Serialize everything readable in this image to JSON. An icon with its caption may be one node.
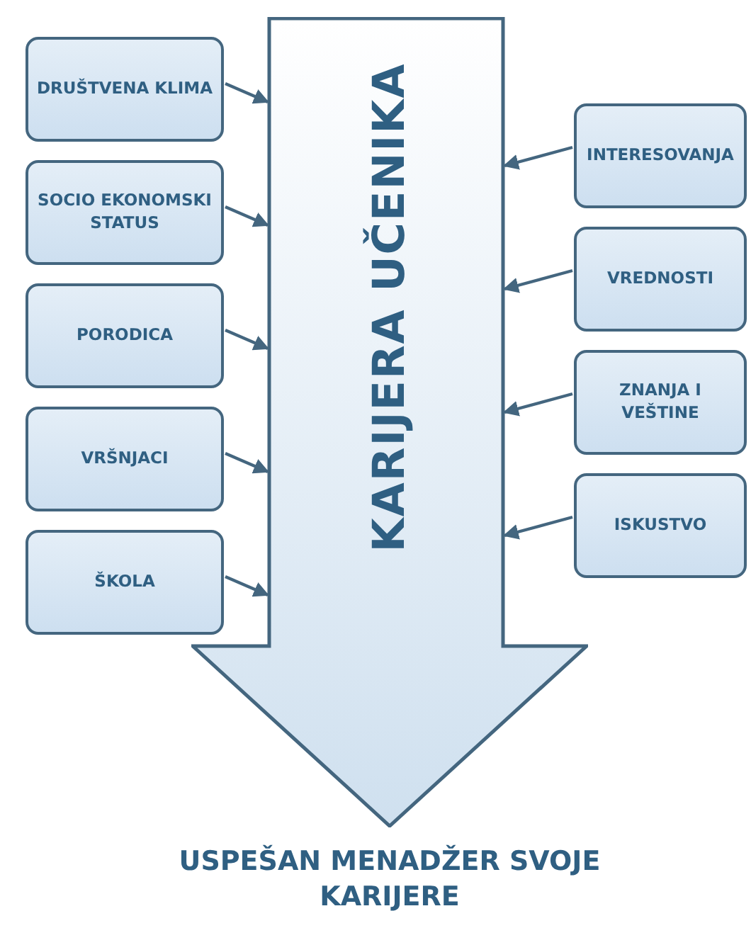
{
  "diagram": {
    "nodes": [
      {
        "text": [
          "KARIJERA UČENIKA"
        ]
      },
      {
        "text": [
          "DRUŠTVENA KLIMA"
        ]
      },
      {
        "text": [
          "SOCIO EKONOMSKI STATUS"
        ]
      },
      {
        "text": [
          "PORODICA"
        ]
      },
      {
        "text": [
          "VRŠNJACI"
        ]
      },
      {
        "text": [
          "ŠKOLA"
        ]
      },
      {
        "text": [
          "INTERESOVANJA"
        ]
      },
      {
        "text": [
          "VREDNOSTI"
        ]
      },
      {
        "text": [
          "ZNANJA I VEŠTINE"
        ]
      },
      {
        "text": [
          "ISKUSTVO"
        ]
      }
    ],
    "edges": [
      {
        "from": 1,
        "to": 0,
        "arrow": "to"
      },
      {
        "from": 2,
        "to": 0,
        "arrow": "to"
      },
      {
        "from": 3,
        "to": 0,
        "arrow": "to"
      },
      {
        "from": 4,
        "to": 0,
        "arrow": "to"
      },
      {
        "from": 5,
        "to": 0,
        "arrow": "to"
      },
      {
        "from": 6,
        "to": 0,
        "arrow": "to"
      },
      {
        "from": 7,
        "to": 0,
        "arrow": "to"
      },
      {
        "from": 8,
        "to": 0,
        "arrow": "to"
      },
      {
        "from": 9,
        "to": 0,
        "arrow": "to"
      }
    ],
    "labels": [
      "USPEŠAN MENADŽER SVOJE KARIJERE"
    ]
  }
}
